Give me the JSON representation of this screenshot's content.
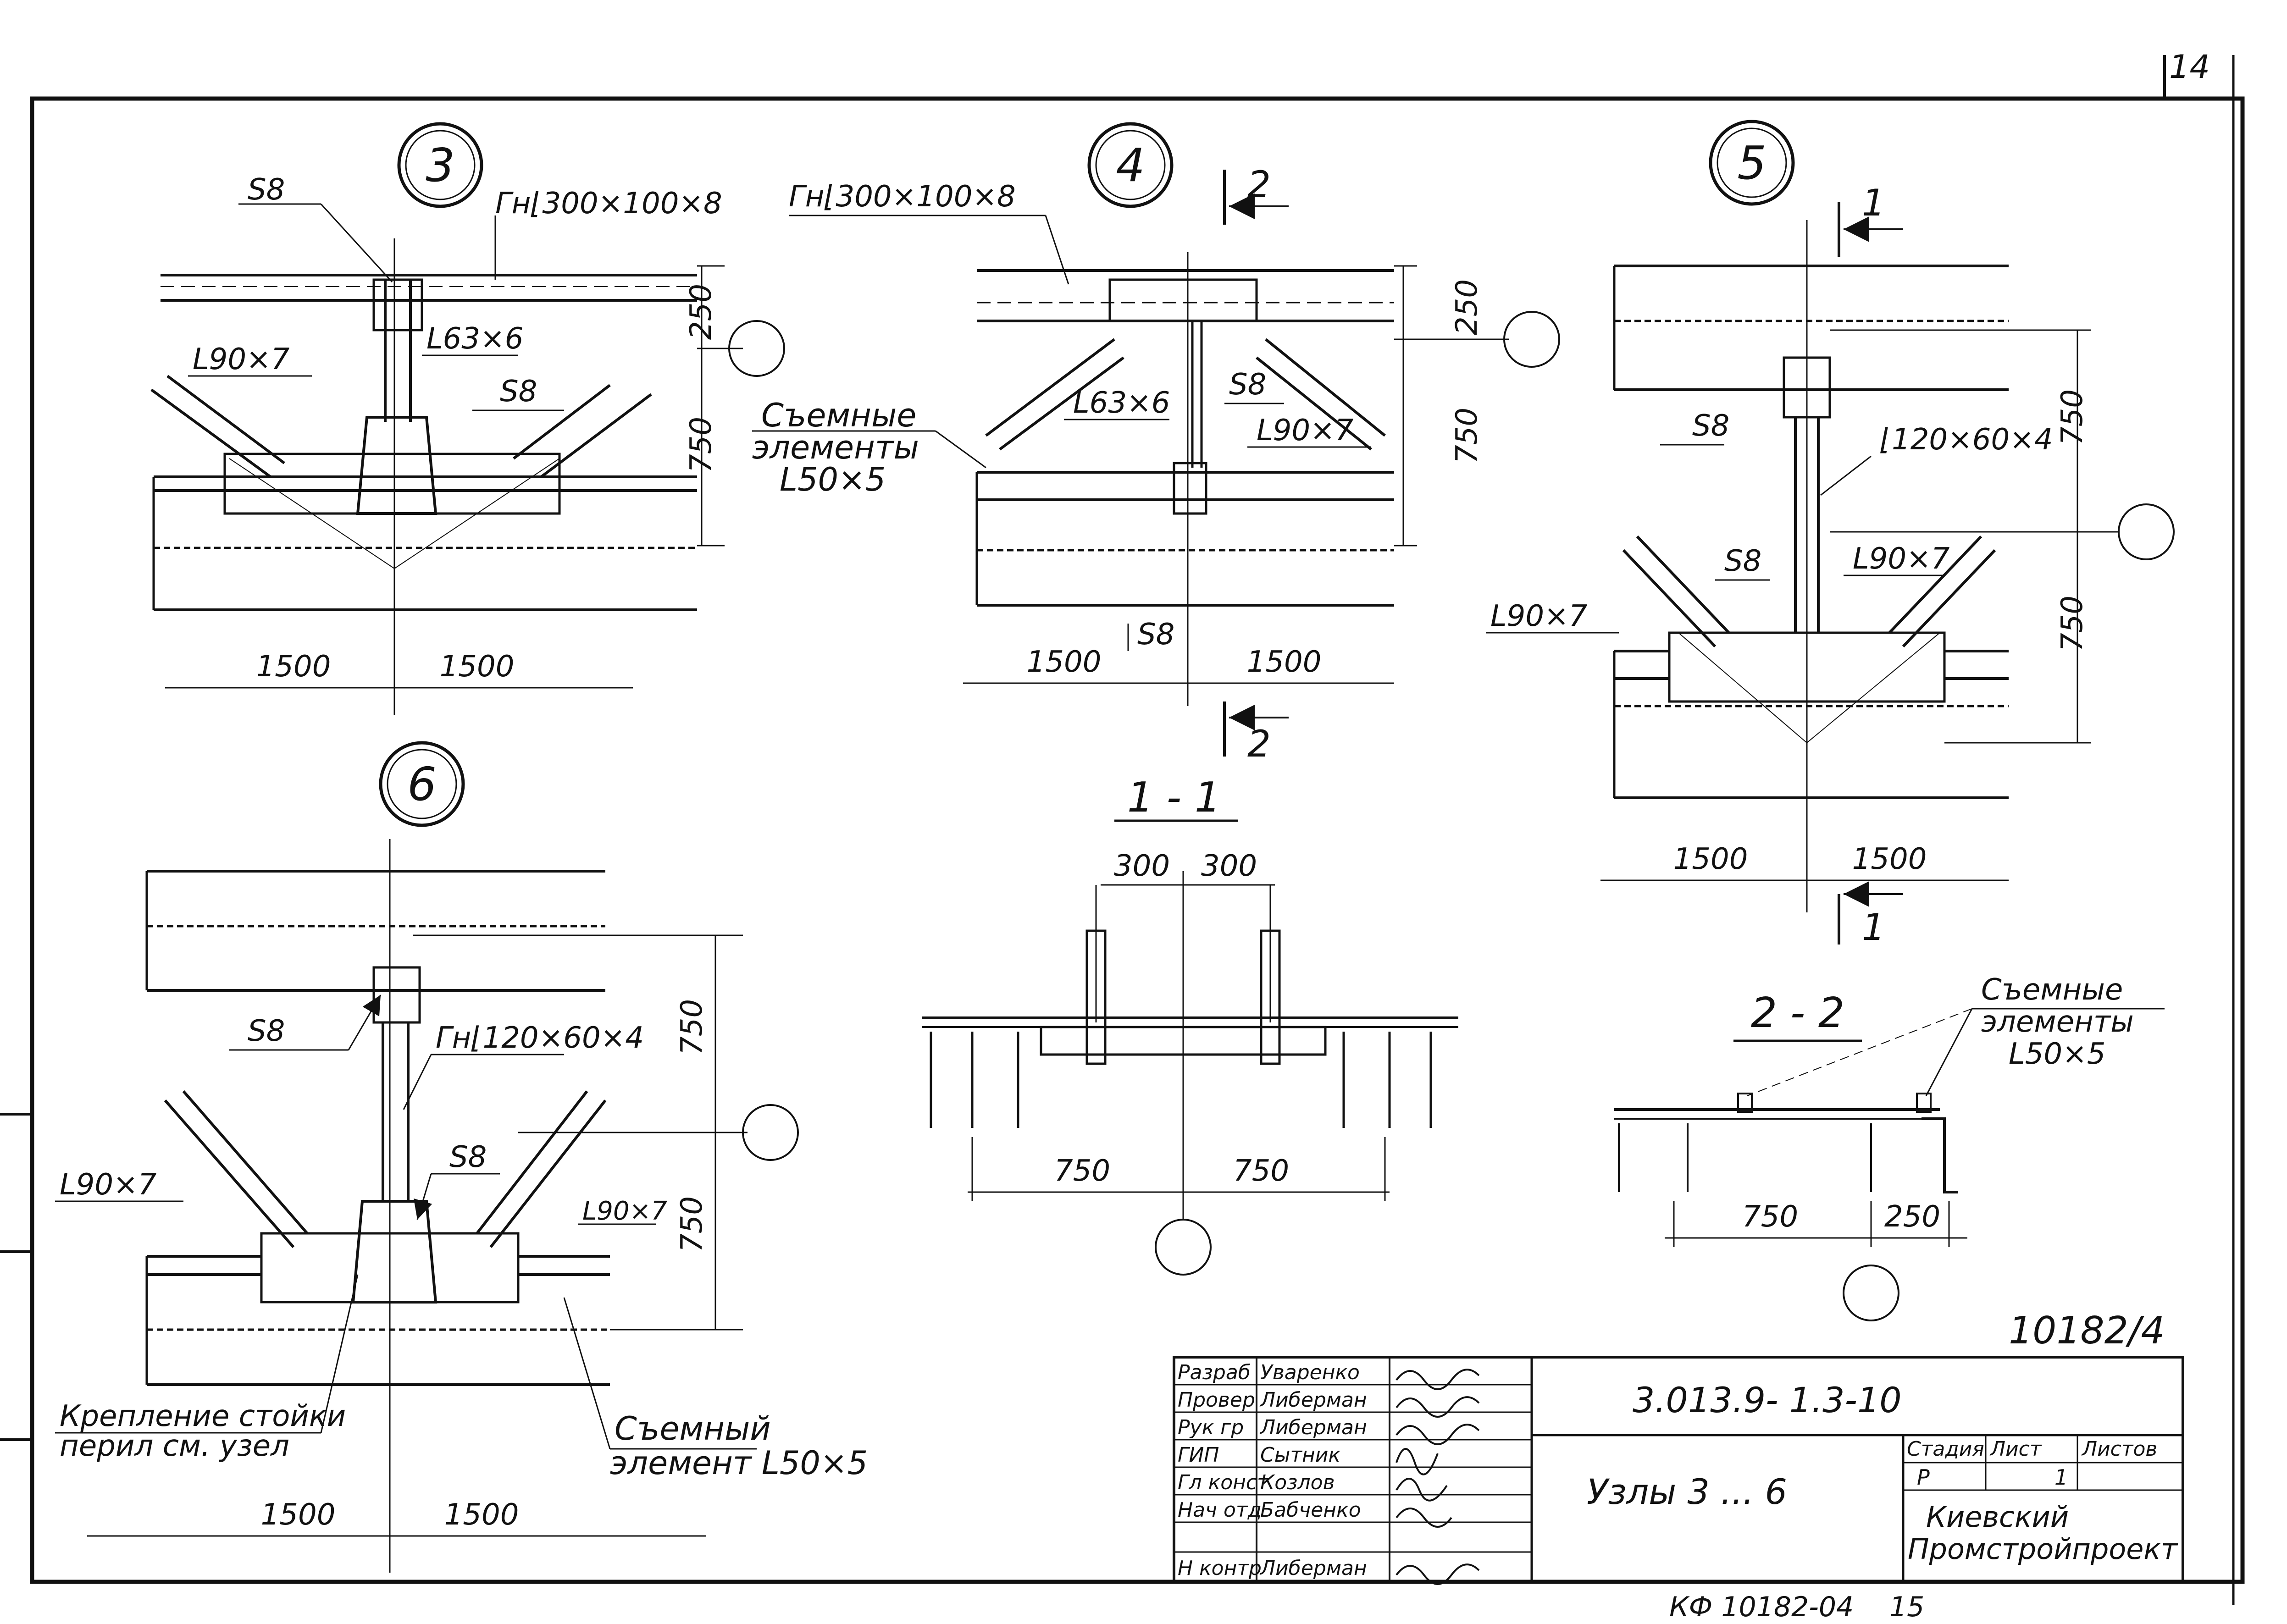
{
  "sheet": {
    "page_number": "14",
    "stamp": "10182/4",
    "bottom_code": "КФ 10182-04",
    "bottom_num": "15"
  },
  "nodes": {
    "n3": {
      "num": "3",
      "beam": "Гн⌊300×100×8",
      "weld_top": "S8",
      "post": "L63×6",
      "weld_low": "S8",
      "brace": "L90×7",
      "d250": "250",
      "d750": "750",
      "d1500a": "1500",
      "d1500b": "1500"
    },
    "n4": {
      "num": "4",
      "beam": "Гн⌊300×100×8",
      "post": "L63×6",
      "weld": "S8",
      "brace": "L90×7",
      "weld_low": "S8",
      "d250": "250",
      "d750": "750",
      "d1500a": "1500",
      "d1500b": "1500",
      "sec_top": "2",
      "sec_bot": "2",
      "removable1": "Съемные",
      "removable2": "элементы",
      "removable3": "L50×5"
    },
    "n5": {
      "num": "5",
      "sec_top": "1",
      "sec_bot": "1",
      "weld_top": "S8",
      "post": "⌊120×60×4",
      "weld_low": "S8",
      "brace_r": "L90×7",
      "brace_l": "L90×7",
      "d750a": "750",
      "d750b": "750",
      "d1500a": "1500",
      "d1500b": "1500"
    },
    "n6": {
      "num": "6",
      "weld_top": "S8",
      "post": "Гн⌊120×60×4",
      "weld_low": "S8",
      "brace_l": "L90×7",
      "brace_r": "L90×7",
      "d750a": "750",
      "d750b": "750",
      "d1500a": "1500",
      "d1500b": "1500",
      "note1a": "Крепление стойки",
      "note1b": "перил см. узел",
      "note2a": "Съемный",
      "note2b": "элемент  L50×5"
    }
  },
  "sections": {
    "s11": {
      "title": "1 - 1",
      "d300a": "300",
      "d300b": "300",
      "d750a": "750",
      "d750b": "750"
    },
    "s22": {
      "title": "2 - 2",
      "d750": "750",
      "d250": "250",
      "rem1": "Съемные",
      "rem2": "элементы",
      "rem3": "L50×5"
    }
  },
  "title_block": {
    "designation": "3.013.9- 1.3-10",
    "sheet_title": "Узлы     3 ... 6",
    "roles": [
      "Разраб",
      "Провер",
      "Рук гр",
      "ГИП",
      "Гл конст",
      "Нач отд",
      "",
      "Н контр"
    ],
    "names": [
      "Уваренко",
      "Либерман",
      "Либерман",
      "Сытник",
      "Козлов",
      "Бабченко",
      "",
      "Либерман"
    ],
    "h_stage": "Стадия",
    "h_sheet": "Лист",
    "h_sheets": "Листов",
    "v_stage": "Р",
    "v_sheet": "1",
    "org1": "Киевский",
    "org2": "Промстройпроект"
  }
}
